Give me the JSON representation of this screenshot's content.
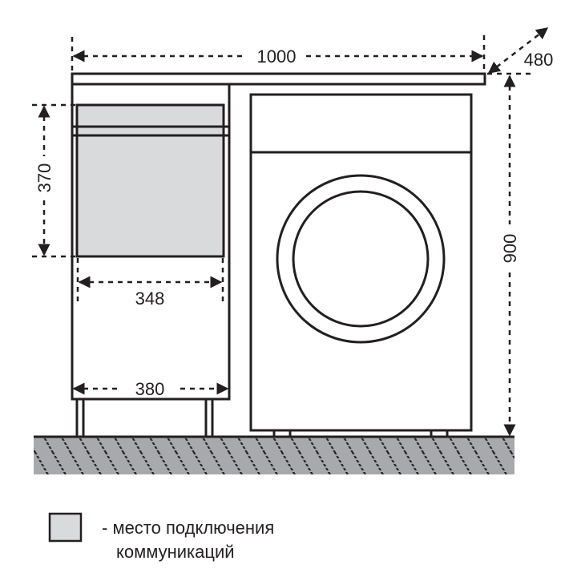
{
  "dimensions": {
    "width_total": "1000",
    "depth": "480",
    "height_total": "900",
    "connection_zone_height": "370",
    "connection_zone_width": "348",
    "cabinet_width": "380"
  },
  "legend": {
    "line1": "- место подключения",
    "line2": "коммуникаций"
  },
  "colors": {
    "line": "#231f20",
    "connection_zone": "#d9dadb",
    "floor": "#a7a9ac"
  }
}
